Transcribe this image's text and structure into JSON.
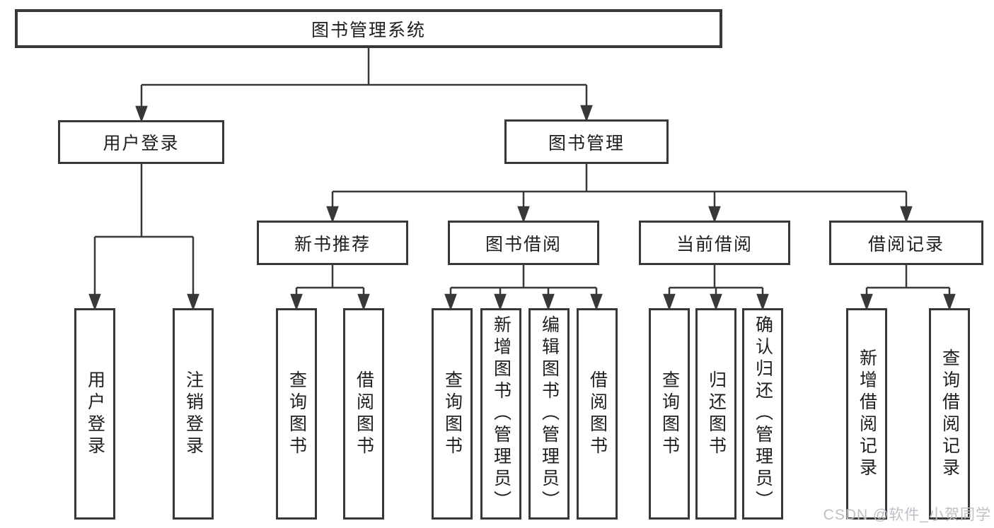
{
  "colors": {
    "background": "#ffffff",
    "line": "#383838",
    "box_border": "#383838",
    "text": "#1e1e1e",
    "watermark": "#bdc0c6"
  },
  "watermark": {
    "text": "CSDN @软件_小贺同学"
  },
  "tree": {
    "root": {
      "label": "图书管理系统"
    },
    "branches": [
      {
        "label": "用户登录",
        "children": [
          {
            "label": "用户登录"
          },
          {
            "label": "注销登录"
          }
        ]
      },
      {
        "label": "图书管理",
        "children": [
          {
            "label": "新书推荐",
            "children": [
              {
                "label": "查询图书"
              },
              {
                "label": "借阅图书"
              }
            ]
          },
          {
            "label": "图书借阅",
            "children": [
              {
                "label": "查询图书"
              },
              {
                "label": "新增图书（管理员）"
              },
              {
                "label": "编辑图书（管理员）"
              },
              {
                "label": "借阅图书"
              }
            ]
          },
          {
            "label": "当前借阅",
            "children": [
              {
                "label": "查询图书"
              },
              {
                "label": "归还图书"
              },
              {
                "label": "确认归还（管理员）"
              }
            ]
          },
          {
            "label": "借阅记录",
            "children": [
              {
                "label": "新增借阅记录"
              },
              {
                "label": "查询借阅记录"
              }
            ]
          }
        ]
      }
    ]
  }
}
